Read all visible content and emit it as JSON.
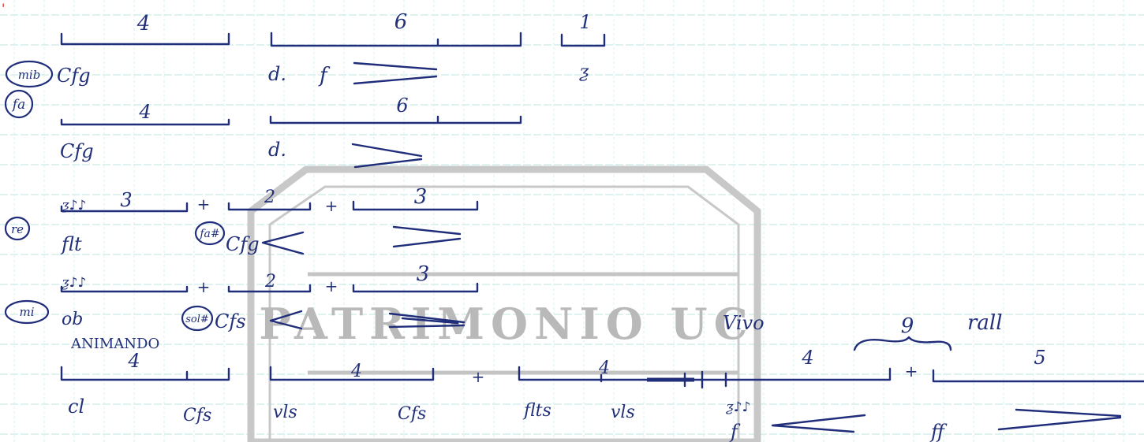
{
  "watermark": {
    "text": "PATRIMONIO UC"
  },
  "rows": [
    {
      "key": "mib",
      "counts": [
        "4",
        "6",
        "1"
      ],
      "words": [
        "Cfg",
        "f"
      ]
    },
    {
      "key": "fa",
      "counts": [
        "4",
        "6"
      ],
      "words": [
        "Cfg"
      ]
    },
    {
      "key": "re",
      "counts": [
        "3",
        "+",
        "2",
        "+",
        "3"
      ],
      "words": [
        "flt",
        "Cfg"
      ],
      "marker": "fa#"
    },
    {
      "key": "mi",
      "counts": [
        "3",
        "+",
        "2",
        "+",
        "3"
      ],
      "words": [
        "ob",
        "Cfs"
      ],
      "marker": "sol#"
    }
  ],
  "final_row": {
    "tempo_1": "ANIMANDO",
    "tempo_2": "Vivo",
    "tempo_3": "rall",
    "counts": [
      "4",
      "4",
      "+",
      "4",
      "4",
      "9",
      "+",
      "5"
    ],
    "words": [
      "cl",
      "Cfs",
      "vls",
      "Cfs",
      "flts",
      "vls",
      "f",
      "ff"
    ]
  }
}
